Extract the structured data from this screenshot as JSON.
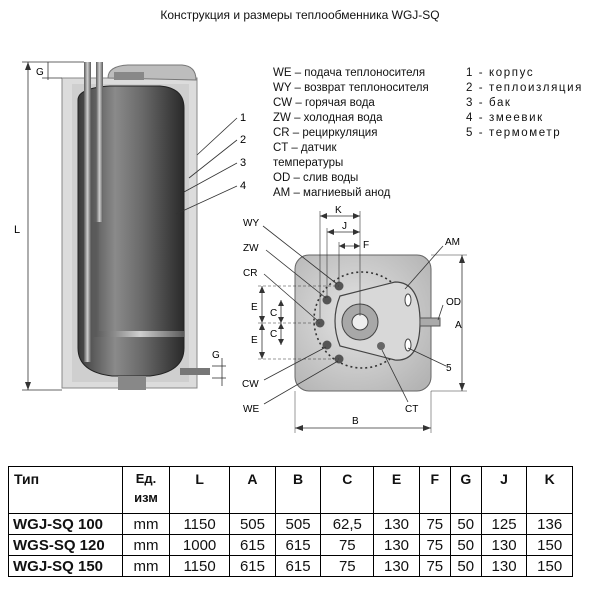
{
  "title": "Конструкция и размеры теплообменника WGJ-SQ",
  "legend_connections": [
    "WE – подача теплоносителя",
    "WY – возврат теплоносителя",
    "CW – горячая вода",
    "ZW – холодная вода",
    "CR – рециркуляция",
    "CT – датчик",
    "температуры",
    "OD – слив воды",
    "AM – магниевый анод"
  ],
  "legend_parts": [
    "1 - корпус",
    "2 - теплоизляция",
    "3 - бак",
    "4 - змеевик",
    "5 - термометр"
  ],
  "side_labels": {
    "g_top": "G",
    "l": "L",
    "g_bottom": "G",
    "part_1": "1",
    "part_2": "2",
    "part_3": "3",
    "part_4": "4"
  },
  "top_labels": {
    "k": "K",
    "j": "J",
    "f": "F",
    "wy": "WY",
    "zw": "ZW",
    "cr": "CR",
    "cw": "CW",
    "we": "WE",
    "am": "AM",
    "od": "OD",
    "a": "A",
    "b": "B",
    "ct": "CT",
    "part_5": "5",
    "e_upper": "E",
    "e_lower": "E",
    "c_upper": "C",
    "c_lower": "C"
  },
  "table": {
    "headers": {
      "type": "Тип",
      "unit_1": "Ед.",
      "unit_2": "изм",
      "l": "L",
      "a": "A",
      "b": "B",
      "c": "C",
      "e": "E",
      "f": "F",
      "g": "G",
      "j": "J",
      "k": "K"
    },
    "rows": [
      {
        "model": "WGJ-SQ 100",
        "unit": "mm",
        "l": "1150",
        "a": "505",
        "b": "505",
        "c": "62,5",
        "e": "130",
        "f": "75",
        "g": "50",
        "j": "125",
        "k": "136"
      },
      {
        "model": "WGS-SQ 120",
        "unit": "mm",
        "l": "1000",
        "a": "615",
        "b": "615",
        "c": "75",
        "e": "130",
        "f": "75",
        "g": "50",
        "j": "130",
        "k": "150"
      },
      {
        "model": "WGJ-SQ 150",
        "unit": "mm",
        "l": "1150",
        "a": "615",
        "b": "615",
        "c": "75",
        "e": "130",
        "f": "75",
        "g": "50",
        "j": "130",
        "k": "150"
      }
    ]
  }
}
